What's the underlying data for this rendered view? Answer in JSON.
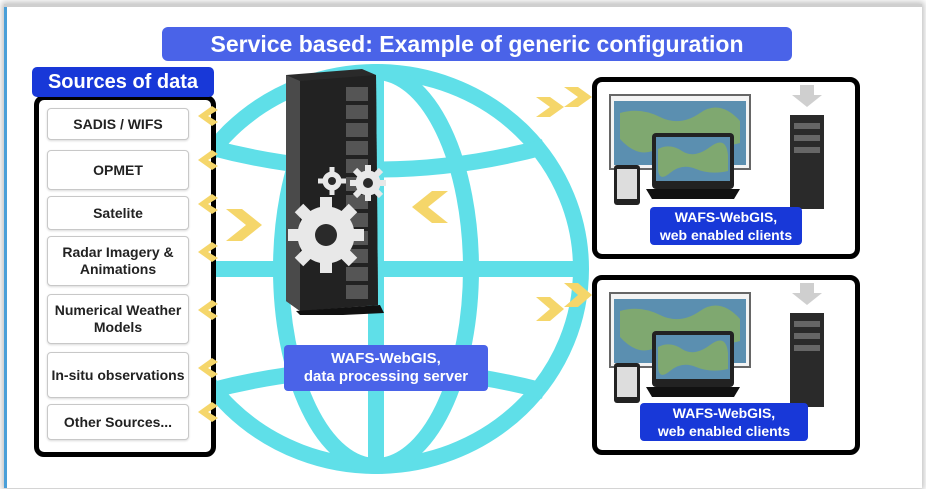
{
  "title": "Service based: Example of generic configuration",
  "sources": {
    "heading": "Sources of data",
    "items": [
      "SADIS / WIFS",
      "OPMET",
      "Satelite",
      "Radar Imagery & Animations",
      "Numerical Weather Models",
      "In-situ observations",
      "Other Sources..."
    ]
  },
  "server": {
    "label_line1": "WAFS-WebGIS,",
    "label_line2": "data processing server"
  },
  "clients": [
    {
      "label_line1": "WAFS-WebGIS,",
      "label_line2": "web enabled clients"
    },
    {
      "label_line1": "WAFS-WebGIS,",
      "label_line2": "web enabled clients"
    }
  ],
  "colors": {
    "accent_blue": "#1838d8",
    "title_blue": "#4a63e8",
    "globe_cyan": "#5fdfe8",
    "arrow_yellow": "#f5d66a"
  }
}
